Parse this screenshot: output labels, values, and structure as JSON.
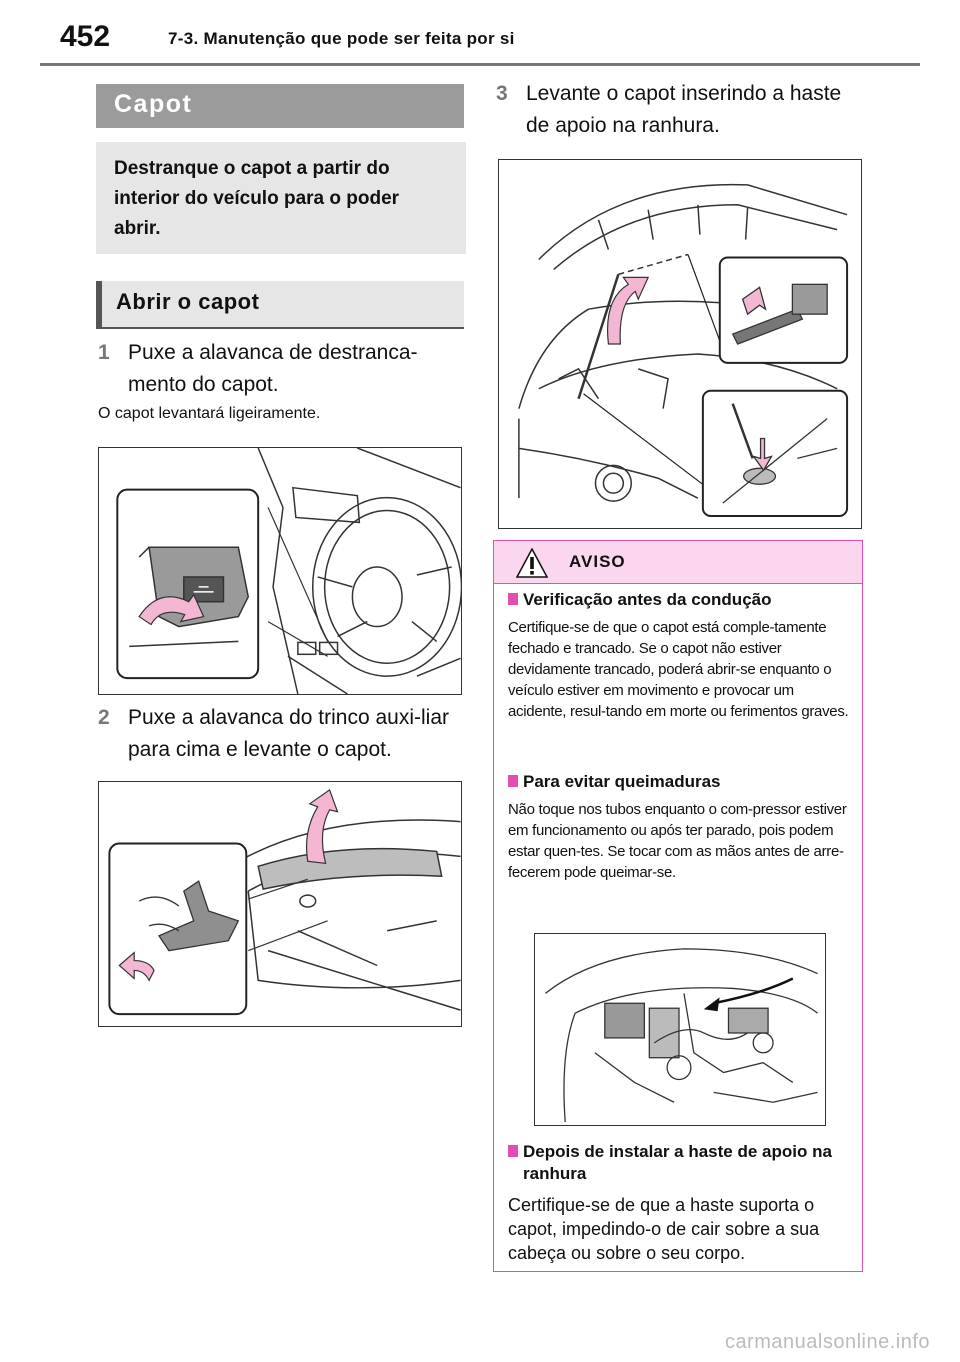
{
  "header": {
    "page_number": "452",
    "chapter": "7-3. Manutenção que pode ser feita por si"
  },
  "section": {
    "title": "Capot",
    "intro": "Destranque o capot a partir do interior do veículo para o poder abrir."
  },
  "subsection": {
    "title": "Abrir o capot"
  },
  "steps": [
    {
      "num": "1",
      "text": "Puxe a alavanca de destranca-mento do capot."
    },
    {
      "num": "2",
      "text": "Puxe a alavanca do trinco auxi-liar para cima e levante o capot."
    },
    {
      "num": "3",
      "text": "Levante o capot inserindo a haste de apoio na ranhura."
    }
  ],
  "step1_note": "O capot levantará ligeiramente.",
  "warning": {
    "title": "AVISO",
    "items": [
      {
        "heading": "Verificação antes da condução",
        "text": "Certifique-se de que o capot está comple-tamente fechado e trancado. Se o capot não estiver devidamente trancado, poderá abrir-se enquanto o veículo estiver em movimento e provocar um acidente, resul-tando em morte ou ferimentos graves."
      },
      {
        "heading": "Para evitar queimaduras",
        "text": "Não toque nos tubos enquanto o com-pressor estiver em funcionamento ou após ter parado, pois podem estar quen-tes. Se tocar com as mãos antes de arre-fecerem pode queimar-se."
      },
      {
        "heading": "Depois de instalar a haste de apoio na ranhura",
        "text": "Certifique-se de que a haste suporta o capot, impedindo-o de cair sobre a sua cabeça ou sobre o seu corpo."
      }
    ]
  },
  "colors": {
    "warning_border": "#e24fb0",
    "warning_fill": "#fbd6ef",
    "arrow_fill": "#f3b6d3",
    "section_bar": "#9b9b9b"
  },
  "watermark": "carmanualsonline.info"
}
